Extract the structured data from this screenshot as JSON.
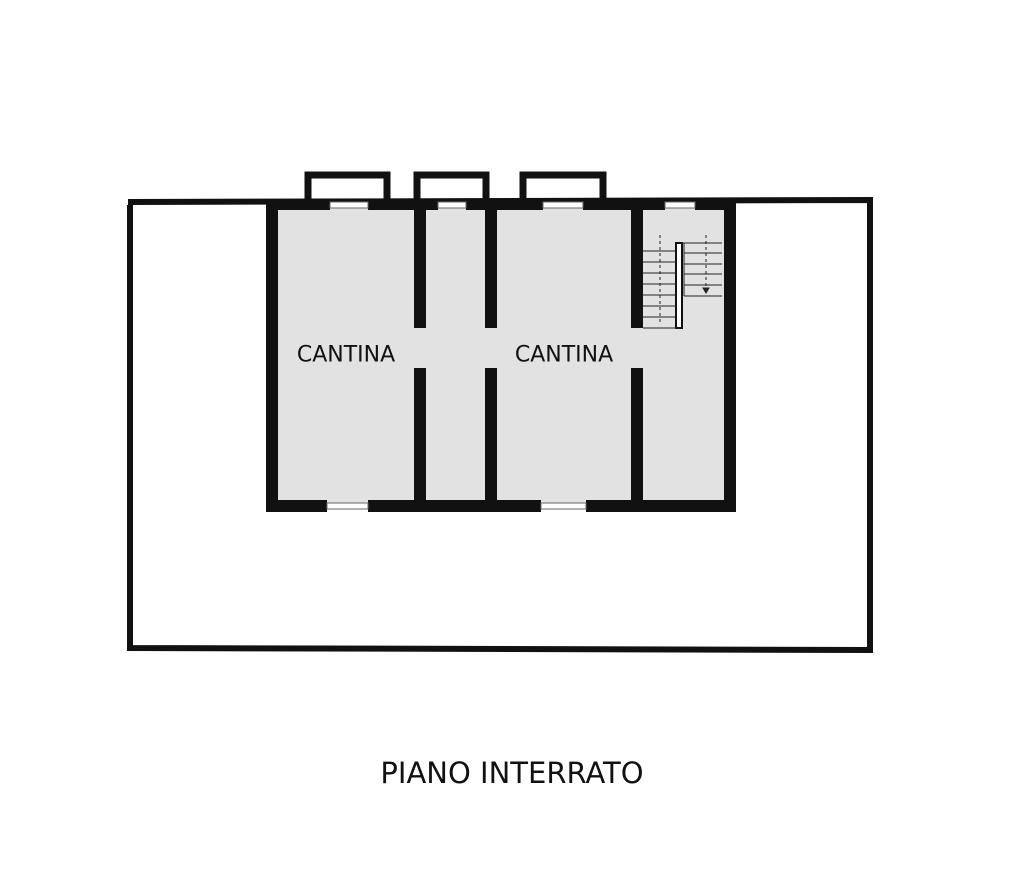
{
  "plan": {
    "rooms": [
      {
        "label": "CANTINA"
      },
      {
        "label": "CANTINA"
      }
    ],
    "title": "PIANO INTERRATO",
    "colors": {
      "wall": "#111111",
      "floor": "#e2e2e2",
      "background": "#ffffff"
    }
  }
}
